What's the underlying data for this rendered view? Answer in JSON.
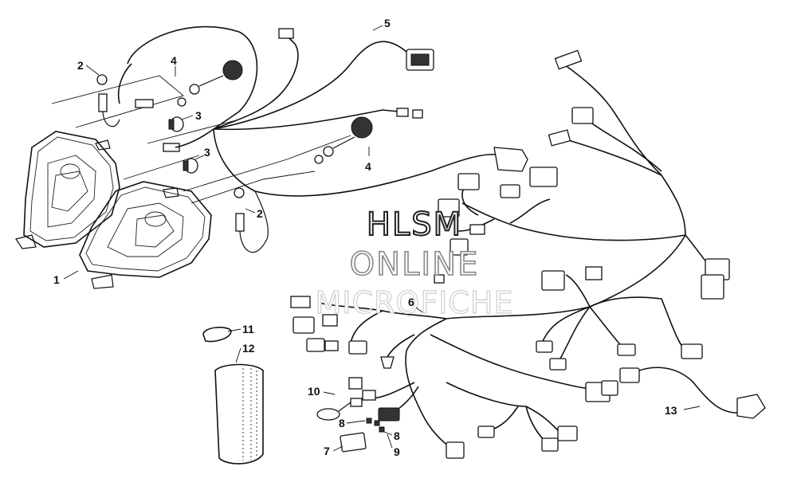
{
  "watermark": {
    "line1": "HLSM",
    "line2": "ONLINE",
    "line3": "MICROFICHE"
  },
  "callouts": [
    {
      "id": "c1",
      "label": "1"
    },
    {
      "id": "c2a",
      "label": "2"
    },
    {
      "id": "c2b",
      "label": "2"
    },
    {
      "id": "c3a",
      "label": "3"
    },
    {
      "id": "c3b",
      "label": "3"
    },
    {
      "id": "c4a",
      "label": "4"
    },
    {
      "id": "c4b",
      "label": "4"
    },
    {
      "id": "c5",
      "label": "5"
    },
    {
      "id": "c6",
      "label": "6"
    },
    {
      "id": "c7",
      "label": "7"
    },
    {
      "id": "c8a",
      "label": "8"
    },
    {
      "id": "c8b",
      "label": "8"
    },
    {
      "id": "c9",
      "label": "9"
    },
    {
      "id": "c10",
      "label": "10"
    },
    {
      "id": "c11",
      "label": "11"
    },
    {
      "id": "c12",
      "label": "12"
    },
    {
      "id": "c13",
      "label": "13"
    }
  ]
}
